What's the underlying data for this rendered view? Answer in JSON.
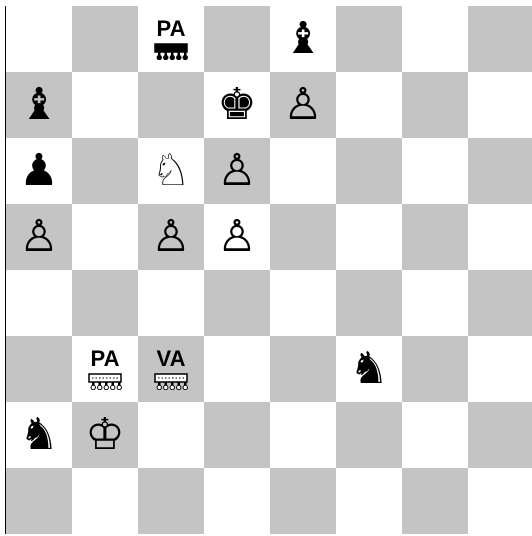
{
  "board": {
    "files": 8,
    "ranks": 8,
    "light_color": "#ffffff",
    "dark_color": "#c4c4c4",
    "pieces": [
      {
        "row": 0,
        "col": 2,
        "type": "fairy",
        "label": "PA",
        "color": "black",
        "icon": "crown-base-icon"
      },
      {
        "row": 0,
        "col": 4,
        "type": "bishop",
        "color": "black",
        "glyph": "♝",
        "icon": "bishop-icon"
      },
      {
        "row": 1,
        "col": 0,
        "type": "bishop",
        "color": "black",
        "glyph": "♝",
        "icon": "bishop-icon"
      },
      {
        "row": 1,
        "col": 3,
        "type": "king",
        "color": "black",
        "glyph": "♚",
        "icon": "king-icon"
      },
      {
        "row": 1,
        "col": 4,
        "type": "pawn",
        "color": "white",
        "glyph": "♙",
        "icon": "pawn-icon"
      },
      {
        "row": 2,
        "col": 0,
        "type": "pawn",
        "color": "black",
        "glyph": "♟",
        "icon": "pawn-icon"
      },
      {
        "row": 2,
        "col": 2,
        "type": "knight",
        "color": "white",
        "glyph": "♘",
        "icon": "knight-icon"
      },
      {
        "row": 2,
        "col": 3,
        "type": "pawn",
        "color": "white",
        "glyph": "♙",
        "icon": "pawn-icon"
      },
      {
        "row": 3,
        "col": 0,
        "type": "pawn",
        "color": "white",
        "glyph": "♙",
        "icon": "pawn-icon"
      },
      {
        "row": 3,
        "col": 2,
        "type": "pawn",
        "color": "white",
        "glyph": "♙",
        "icon": "pawn-icon"
      },
      {
        "row": 3,
        "col": 3,
        "type": "pawn",
        "color": "white",
        "glyph": "♙",
        "icon": "pawn-icon"
      },
      {
        "row": 5,
        "col": 1,
        "type": "fairy",
        "label": "PA",
        "color": "white",
        "icon": "crown-base-icon"
      },
      {
        "row": 5,
        "col": 2,
        "type": "fairy",
        "label": "VA",
        "color": "white",
        "icon": "crown-base-icon"
      },
      {
        "row": 5,
        "col": 5,
        "type": "knight",
        "color": "black",
        "glyph": "♞",
        "icon": "knight-icon"
      },
      {
        "row": 6,
        "col": 0,
        "type": "knight",
        "color": "black",
        "glyph": "♞",
        "icon": "knight-icon"
      },
      {
        "row": 6,
        "col": 1,
        "type": "king",
        "color": "white",
        "glyph": "♔",
        "icon": "king-icon"
      }
    ]
  }
}
